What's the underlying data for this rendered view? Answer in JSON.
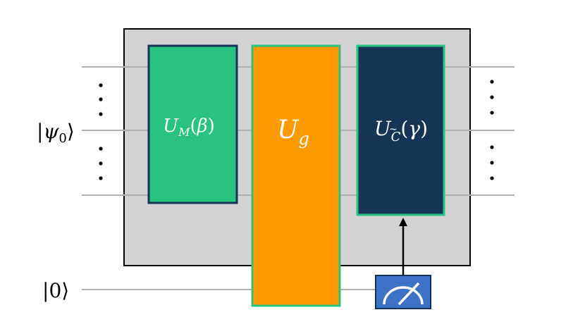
{
  "labels": {
    "psi0": {
      "bar": "|",
      "symbol": "ψ",
      "subscript": "0",
      "close": "⟩"
    },
    "zero": {
      "bar": "|",
      "symbol": "0",
      "close": "⟩"
    }
  },
  "gates": {
    "um": {
      "base": "U",
      "subscript": "M",
      "arg_open": "(",
      "arg": "β",
      "arg_close": ")"
    },
    "ug": {
      "base": "U",
      "subscript": "g"
    },
    "uc": {
      "base": "U",
      "subscript": "C",
      "tilde": "~",
      "arg_open": "(",
      "arg": "γ",
      "arg_close": ")"
    }
  },
  "colors": {
    "wire": "#b0b0b0",
    "container_fill": "#d3d3d3",
    "container_stroke": "#000000",
    "um_fill": "#29c280",
    "um_stroke": "#163556",
    "ug_fill": "#ff9900",
    "ug_stroke": "#29c280",
    "uc_fill": "#163556",
    "uc_stroke": "#29c280",
    "meter_fill": "#3b72c6",
    "meter_stroke": "#163556",
    "gate_text": "#ffffff",
    "label_text": "#000000"
  },
  "icons": {
    "meter": "measurement-meter-icon",
    "ellipsis": "vertical-ellipsis-icon",
    "arrow": "classical-control-arrow"
  }
}
